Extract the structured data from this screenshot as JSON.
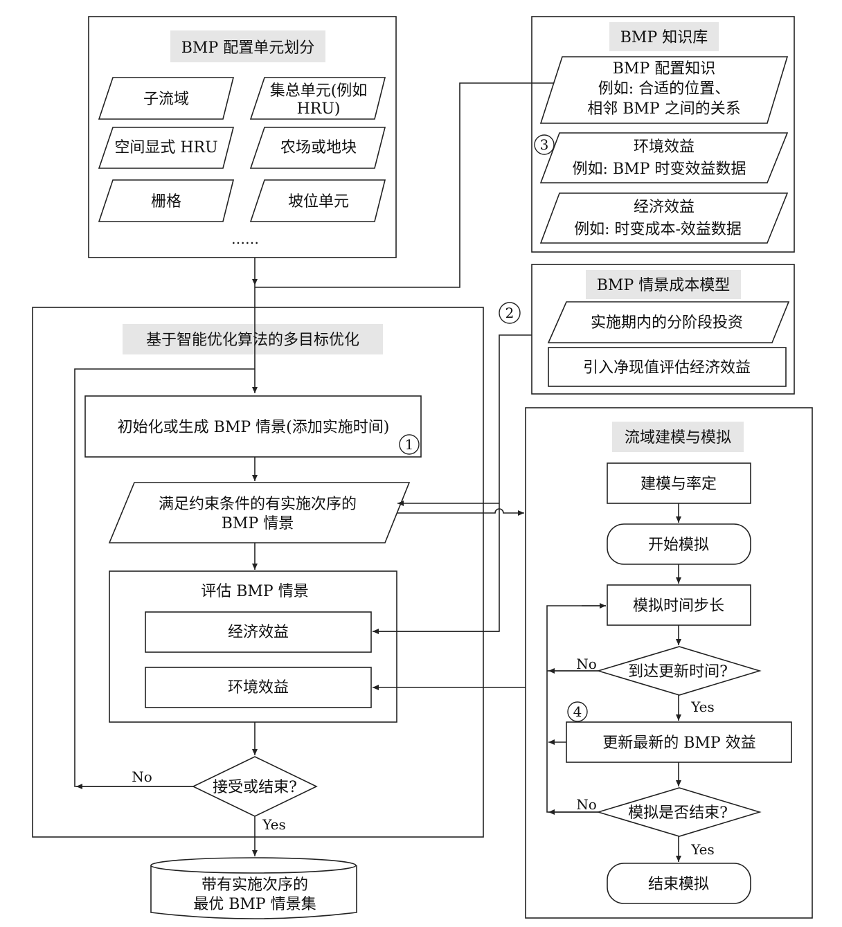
{
  "units": {
    "title": "BMP 配置单元划分",
    "items": [
      "子流域",
      "集总单元(例如",
      "HRU)",
      "空间显式 HRU",
      "农场或地块",
      "栅格",
      "坡位单元"
    ],
    "more": "……"
  },
  "knowledge": {
    "title": "BMP 知识库",
    "config": [
      "BMP 配置知识",
      "例如: 合适的位置、",
      "相邻 BMP 之间的关系"
    ],
    "env": [
      "环境效益",
      "例如: BMP 时变效益数据"
    ],
    "econ": [
      "经济效益",
      "例如: 时变成本-效益数据"
    ]
  },
  "cost": {
    "title": "BMP 情景成本模型",
    "item1": "实施期内的分阶段投资",
    "item2": "引入净现值评估经济效益"
  },
  "optim": {
    "title": "基于智能优化算法的多目标优化",
    "init": "初始化或生成 BMP 情景(添加实施时间)",
    "scenario": [
      "满足约束条件的有实施次序的",
      "BMP 情景"
    ],
    "eval_title": "评估 BMP 情景",
    "econ": "经济效益",
    "env": "环境效益",
    "decision": "接受或结束?",
    "no": "No",
    "yes": "Yes"
  },
  "output": [
    "带有实施次序的",
    "最优 BMP 情景集"
  ],
  "sim": {
    "title": "流域建模与模拟",
    "calib": "建模与率定",
    "start": "开始模拟",
    "step": "模拟时间步长",
    "update_q": "到达更新时间?",
    "update": "更新最新的 BMP 效益",
    "end_q": "模拟是否结束?",
    "end": "结束模拟",
    "no1": "No",
    "yes1": "Yes",
    "no2": "No",
    "yes2": "Yes"
  },
  "markers": [
    "1",
    "2",
    "3",
    "4"
  ]
}
